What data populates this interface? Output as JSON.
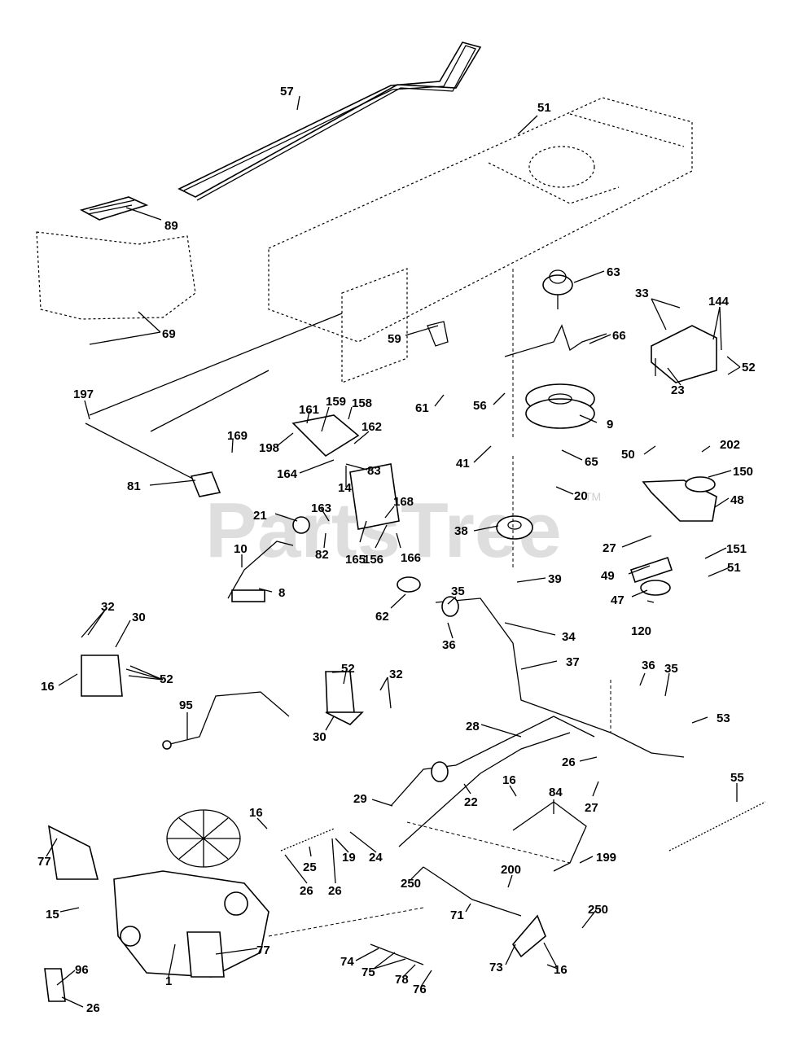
{
  "watermark": {
    "text": "PartsTree",
    "mark": "TM"
  },
  "callouts": [
    "57",
    "51",
    "89",
    "63",
    "33",
    "144",
    "69",
    "66",
    "59",
    "52",
    "23",
    "197",
    "161",
    "159",
    "158",
    "56",
    "61",
    "9",
    "169",
    "162",
    "198",
    "81",
    "83",
    "14",
    "164",
    "41",
    "65",
    "50",
    "202",
    "150",
    "168",
    "163",
    "20",
    "48",
    "21",
    "38",
    "10",
    "82",
    "165",
    "156",
    "166",
    "27",
    "151",
    "35",
    "51",
    "8",
    "39",
    "49",
    "62",
    "47",
    "32",
    "30",
    "120",
    "52",
    "36",
    "34",
    "37",
    "16",
    "32",
    "52",
    "36",
    "35",
    "95",
    "30",
    "53",
    "28",
    "26",
    "55",
    "29",
    "22",
    "16",
    "84",
    "27",
    "16",
    "77",
    "25",
    "19",
    "24",
    "26",
    "26",
    "199",
    "15",
    "250",
    "200",
    "71",
    "250",
    "77",
    "96",
    "1",
    "74",
    "75",
    "78",
    "76",
    "73",
    "16",
    "26"
  ]
}
